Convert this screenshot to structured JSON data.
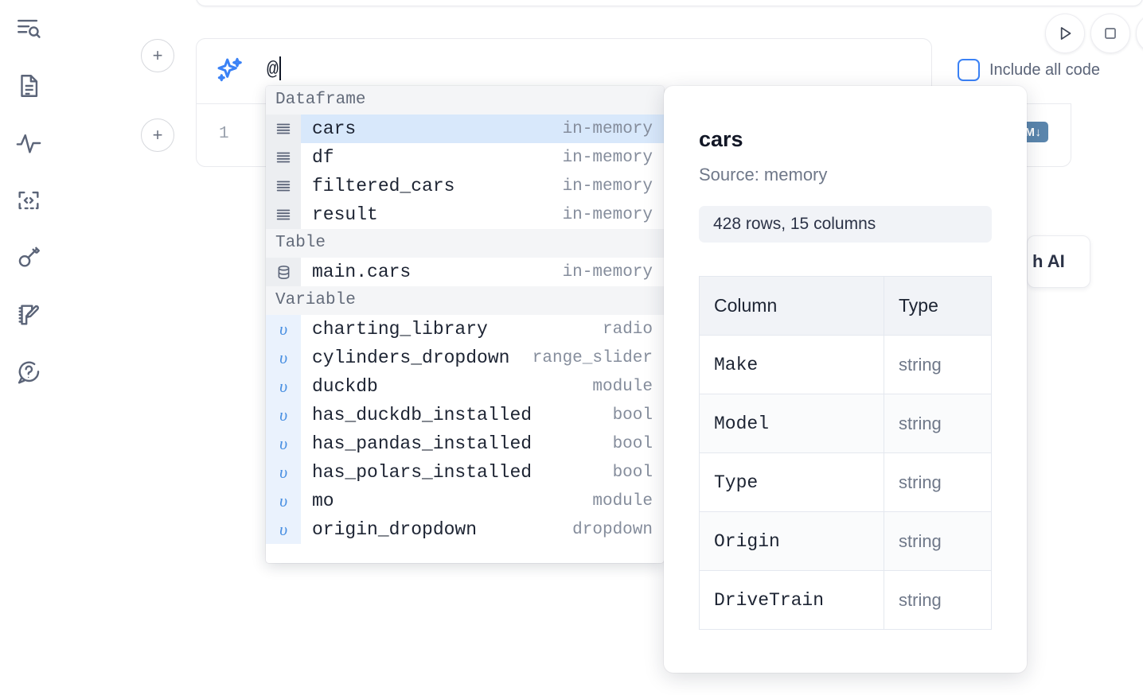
{
  "sidebar": {
    "items": [
      {
        "name": "explore-icon",
        "label": "Explore"
      },
      {
        "name": "notebook-file-icon",
        "label": "File"
      },
      {
        "name": "activity-icon",
        "label": "Activity"
      },
      {
        "name": "code-snippet-icon",
        "label": "Snippets"
      },
      {
        "name": "key-icon",
        "label": "Secrets"
      },
      {
        "name": "scratchpad-icon",
        "label": "Scratchpad"
      },
      {
        "name": "help-icon",
        "label": "Help"
      }
    ]
  },
  "prompt": {
    "icon": "ai-sparkle-icon",
    "value": "@",
    "add_button_label": "+"
  },
  "toolbar": {
    "run_label": "Run",
    "stop_label": "Stop",
    "include_all_code_label": "Include all code",
    "include_all_code_checked": false,
    "accent_color": "#3b82f6"
  },
  "cell": {
    "line_number": "1",
    "database_icon": "database-icon",
    "markdown_badge": "M"
  },
  "hint_card": {
    "text": "h AI"
  },
  "autocomplete": {
    "groups": [
      {
        "label": "Dataframe",
        "items": [
          {
            "name": "cars",
            "kind": "in-memory",
            "icon": "dataframe-icon",
            "selected": true
          },
          {
            "name": "df",
            "kind": "in-memory",
            "icon": "dataframe-icon",
            "selected": false
          },
          {
            "name": "filtered_cars",
            "kind": "in-memory",
            "icon": "dataframe-icon",
            "selected": false
          },
          {
            "name": "result",
            "kind": "in-memory",
            "icon": "dataframe-icon",
            "selected": false
          }
        ]
      },
      {
        "label": "Table",
        "items": [
          {
            "name": "main.cars",
            "kind": "in-memory",
            "icon": "table-icon",
            "selected": false
          }
        ]
      },
      {
        "label": "Variable",
        "items": [
          {
            "name": "charting_library",
            "kind": "radio",
            "icon": "variable-icon",
            "selected": false
          },
          {
            "name": "cylinders_dropdown",
            "kind": "range_slider",
            "icon": "variable-icon",
            "selected": false
          },
          {
            "name": "duckdb",
            "kind": "module",
            "icon": "variable-icon",
            "selected": false
          },
          {
            "name": "has_duckdb_installed",
            "kind": "bool",
            "icon": "variable-icon",
            "selected": false
          },
          {
            "name": "has_pandas_installed",
            "kind": "bool",
            "icon": "variable-icon",
            "selected": false
          },
          {
            "name": "has_polars_installed",
            "kind": "bool",
            "icon": "variable-icon",
            "selected": false
          },
          {
            "name": "mo",
            "kind": "module",
            "icon": "variable-icon",
            "selected": false
          },
          {
            "name": "origin_dropdown",
            "kind": "dropdown",
            "icon": "variable-icon",
            "selected": false
          }
        ]
      }
    ]
  },
  "info_panel": {
    "title": "cars",
    "source": "Source: memory",
    "shape": "428 rows, 15 columns",
    "headers": {
      "column": "Column",
      "type": "Type"
    },
    "rows": [
      {
        "column": "Make",
        "type": "string"
      },
      {
        "column": "Model",
        "type": "string"
      },
      {
        "column": "Type",
        "type": "string"
      },
      {
        "column": "Origin",
        "type": "string"
      },
      {
        "column": "DriveTrain",
        "type": "string"
      }
    ]
  }
}
